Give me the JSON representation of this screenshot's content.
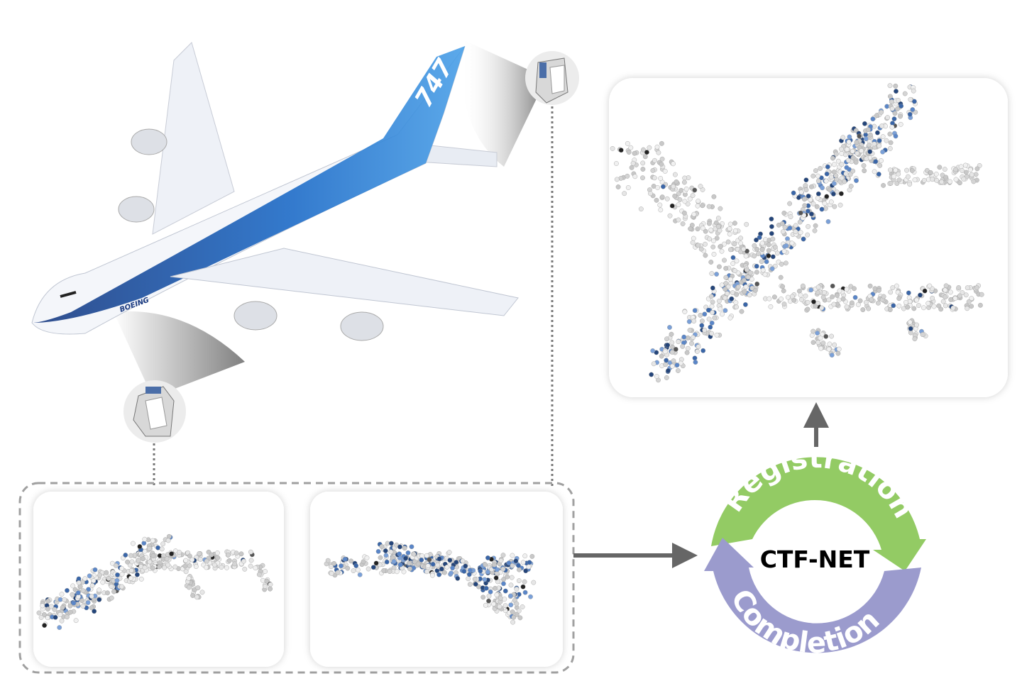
{
  "figure": {
    "airplane": {
      "tail_text": "747",
      "brand_text": "BOEING"
    },
    "network": {
      "name": "CTF-NET",
      "top_arc_label": "Registration",
      "bottom_arc_label": "Completion"
    },
    "colors": {
      "registration": "#93cb64",
      "completion": "#9b9bcd",
      "arrow": "#666666",
      "dash": "#a0a0a0",
      "fuselage_blue": "#1a5fb4",
      "point_blue": "#3a66a8",
      "point_grey": "#d8d8d8"
    }
  }
}
